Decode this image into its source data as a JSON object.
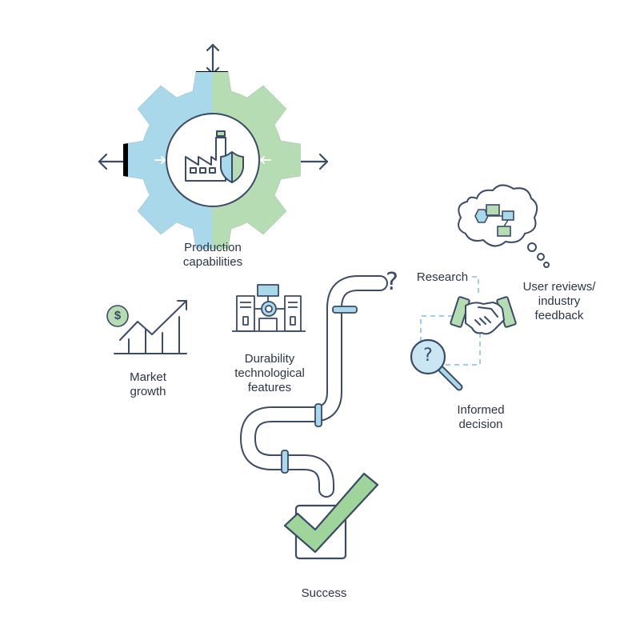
{
  "labels": {
    "production_line1": "Production",
    "production_line2": "capabilities",
    "market_line1": "Market",
    "market_line2": "growth",
    "durability_line1": "Durability",
    "durability_line2": "technological",
    "durability_line3": "features",
    "research": "Research",
    "reviews_line1": "User reviews/",
    "reviews_line2": "industry",
    "reviews_line3": "feedback",
    "decision_line1": "Informed",
    "decision_line2": "decision",
    "success": "Success",
    "question_mark": "?",
    "magnifier_question": "?",
    "dollar_sign": "$"
  },
  "colors": {
    "stroke": "#3b4a66",
    "blue_fill": "#a9d8ea",
    "green_fill": "#b5dcb3",
    "check_green": "#9fd49b",
    "light_blue": "#c9e6f2",
    "dashed": "#9ccfe6"
  },
  "icons": [
    "double-arrow-vertical-icon",
    "arrow-left-icon",
    "arrow-right-icon",
    "gear-icon",
    "factory-icon",
    "shield-icon",
    "dollar-coin-icon",
    "growth-chart-icon",
    "machine-icon",
    "pipe-icon",
    "question-mark-icon",
    "handshake-icon",
    "thought-bubble-icon",
    "magnifier-icon",
    "checkbox-icon",
    "checkmark-icon"
  ]
}
